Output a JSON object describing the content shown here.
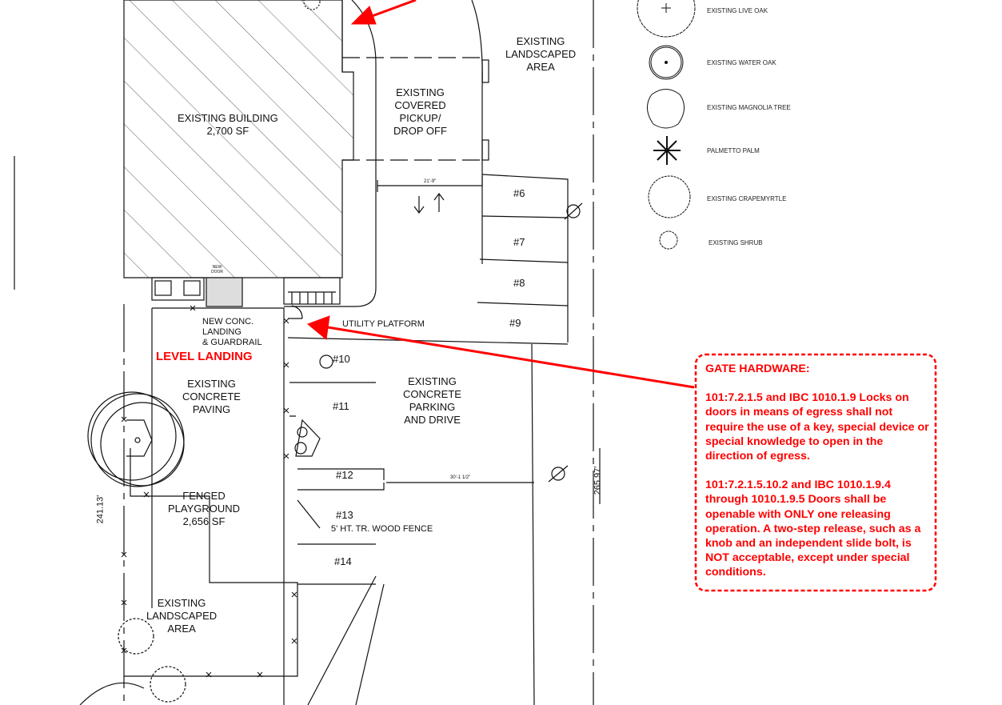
{
  "site": {
    "building": "EXISTING BUILDING",
    "building_area": "2,700 SF",
    "covered": [
      "EXISTING",
      "COVERED",
      "PICKUP/",
      "DROP OFF"
    ],
    "landscaped_top": [
      "EXISTING",
      "LANDSCAPED",
      "AREA"
    ],
    "new_door": [
      "NEW",
      "DOOR"
    ],
    "new_landing": [
      "NEW CONC.",
      "LANDING",
      "& GUARDRAIL"
    ],
    "level_landing": "LEVEL LANDING",
    "utility_platform": "UTILITY PLATFORM",
    "concrete_paving": [
      "EXISTING",
      "CONCRETE",
      "PAVING"
    ],
    "parking": [
      "EXISTING",
      "CONCRETE",
      "PARKING",
      "AND DRIVE"
    ],
    "playground": [
      "FENCED",
      "PLAYGROUND",
      "2,656 SF"
    ],
    "fence": "5' HT. TR. WOOD FENCE",
    "landscaped_bottom": [
      "EXISTING",
      "LANDSCAPED",
      "AREA"
    ],
    "dim_top": "21'-9\"",
    "dim_mid": "30'-1 1/2\"",
    "dim_left": "241.13'",
    "dim_right": "265.97'",
    "stalls": [
      "#6",
      "#7",
      "#8",
      "#9",
      "#10",
      "#11",
      "#12",
      "#13",
      "#14"
    ]
  },
  "legend": [
    {
      "icon": "live-oak-icon",
      "label": "EXISTING LIVE OAK"
    },
    {
      "icon": "water-oak-icon",
      "label": "EXISTING WATER OAK"
    },
    {
      "icon": "magnolia-icon",
      "label": "EXISTING MAGNOLIA TREE"
    },
    {
      "icon": "palmetto-icon",
      "label": "PALMETTO PALM"
    },
    {
      "icon": "crapemyrtle-icon",
      "label": "EXISTING CRAPEMYRTLE"
    },
    {
      "icon": "shrub-icon",
      "label": "EXISTING SHRUB"
    }
  ],
  "callout": {
    "title": "GATE HARDWARE:",
    "p1": "101:7.2.1.5 and IBC 1010.1.9  Locks on doors in means of egress shall not require the use of a key, special device or special knowledge to open in the direction of egress.",
    "p2": "101:7.2.1.5.10.2 and IBC 1010.1.9.4 through 1010.1.9.5  Doors shall be openable with ONLY one releasing operation.  A two-step release, such as a knob and an independent slide bolt, is NOT acceptable, except under special conditions."
  },
  "colors": {
    "markup": "#ff0000",
    "linework": "#111111"
  }
}
